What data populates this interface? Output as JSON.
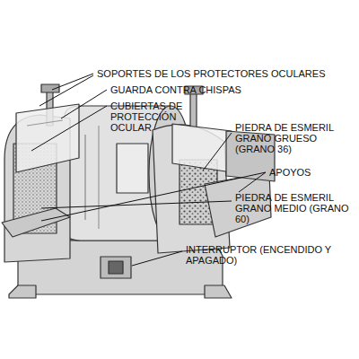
{
  "diagram": {
    "labels": [
      "SOPORTES DE LOS PROTECTORES OCULARES",
      "GUARDA CONTRA CHISPAS",
      "CUBIERTAS DE PROTECCIÓN OCULAR",
      "PIEDRA DE ESMERIL GRANO GRUESO (GRANO 36)",
      "APOYOS",
      "PIEDRA DE ESMERIL GRANO MEDIO (GRANO 60)",
      "INTERRUPTOR (ENCENDIDO Y APAGADO)"
    ]
  }
}
